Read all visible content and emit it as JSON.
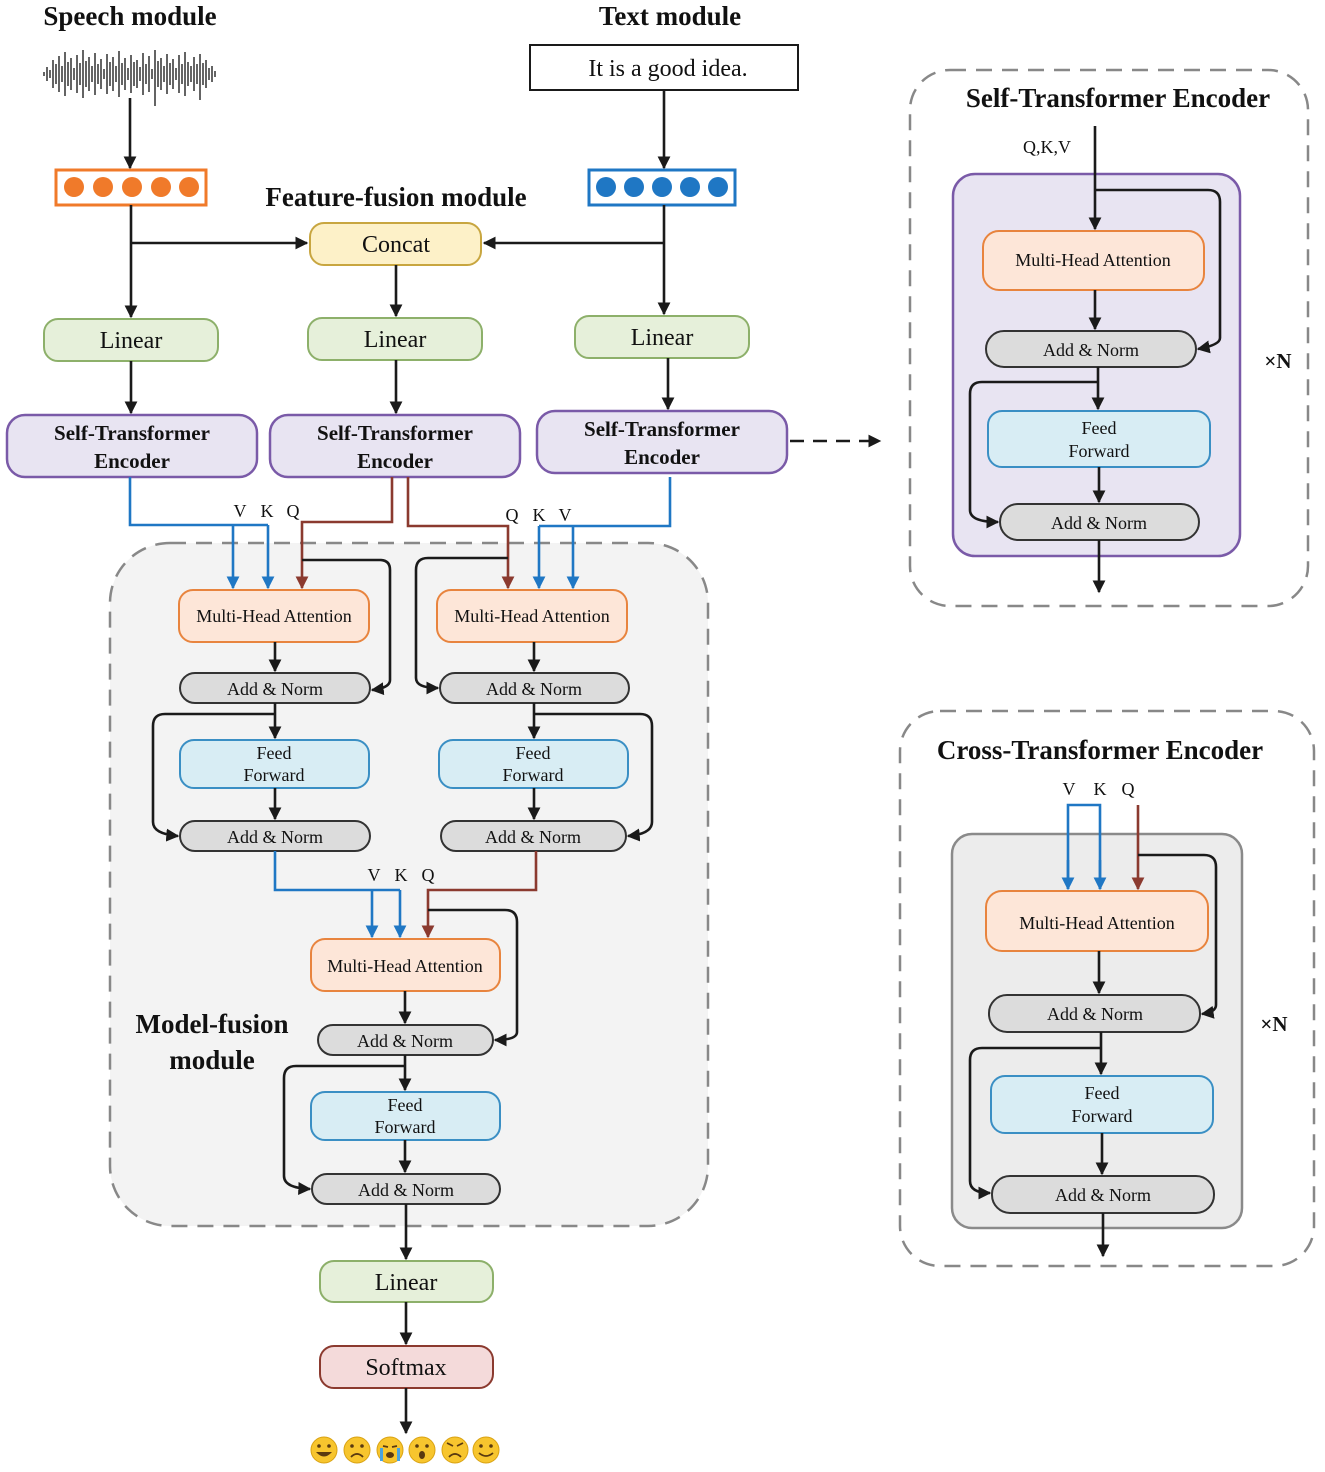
{
  "titles": {
    "speech_module": "Speech module",
    "text_module": "Text module",
    "feature_fusion": "Feature-fusion module",
    "model_fusion_line1": "Model-fusion",
    "model_fusion_line2": "module",
    "self_encoder_detail": "Self-Transformer Encoder",
    "cross_encoder_detail": "Cross-Transformer Encoder"
  },
  "text_input": "It is a good idea.",
  "blocks": {
    "concat": "Concat",
    "linear": "Linear",
    "self_encoder_line1": "Self-Transformer",
    "self_encoder_line2": "Encoder",
    "mha": "Multi-Head Attention",
    "add_norm": "Add & Norm",
    "feed_line1": "Feed",
    "feed_line2": "Forward",
    "softmax": "Softmax"
  },
  "qkv": {
    "q": "Q",
    "k": "K",
    "v": "V",
    "qkv": "Q,K,V"
  },
  "repeat": "×N",
  "emotions": [
    "happy-face-icon",
    "frowning-face-icon",
    "crying-face-icon",
    "surprised-face-icon",
    "angry-face-icon",
    "smiling-face-icon"
  ],
  "colors": {
    "speech_feature": "#f07a2a",
    "text_feature": "#1f77c4",
    "concat_fill": "#fdf1c8",
    "linear_fill": "#e6f0da",
    "encoder_fill": "#e8e4f2",
    "mha_fill": "#fde6d8",
    "addnorm_fill": "#dcdcdc",
    "feed_fill": "#d8edf4",
    "softmax_fill": "#f4dada",
    "value_key_arrow": "#1f77c4",
    "query_arrow": "#8b3a2f"
  }
}
